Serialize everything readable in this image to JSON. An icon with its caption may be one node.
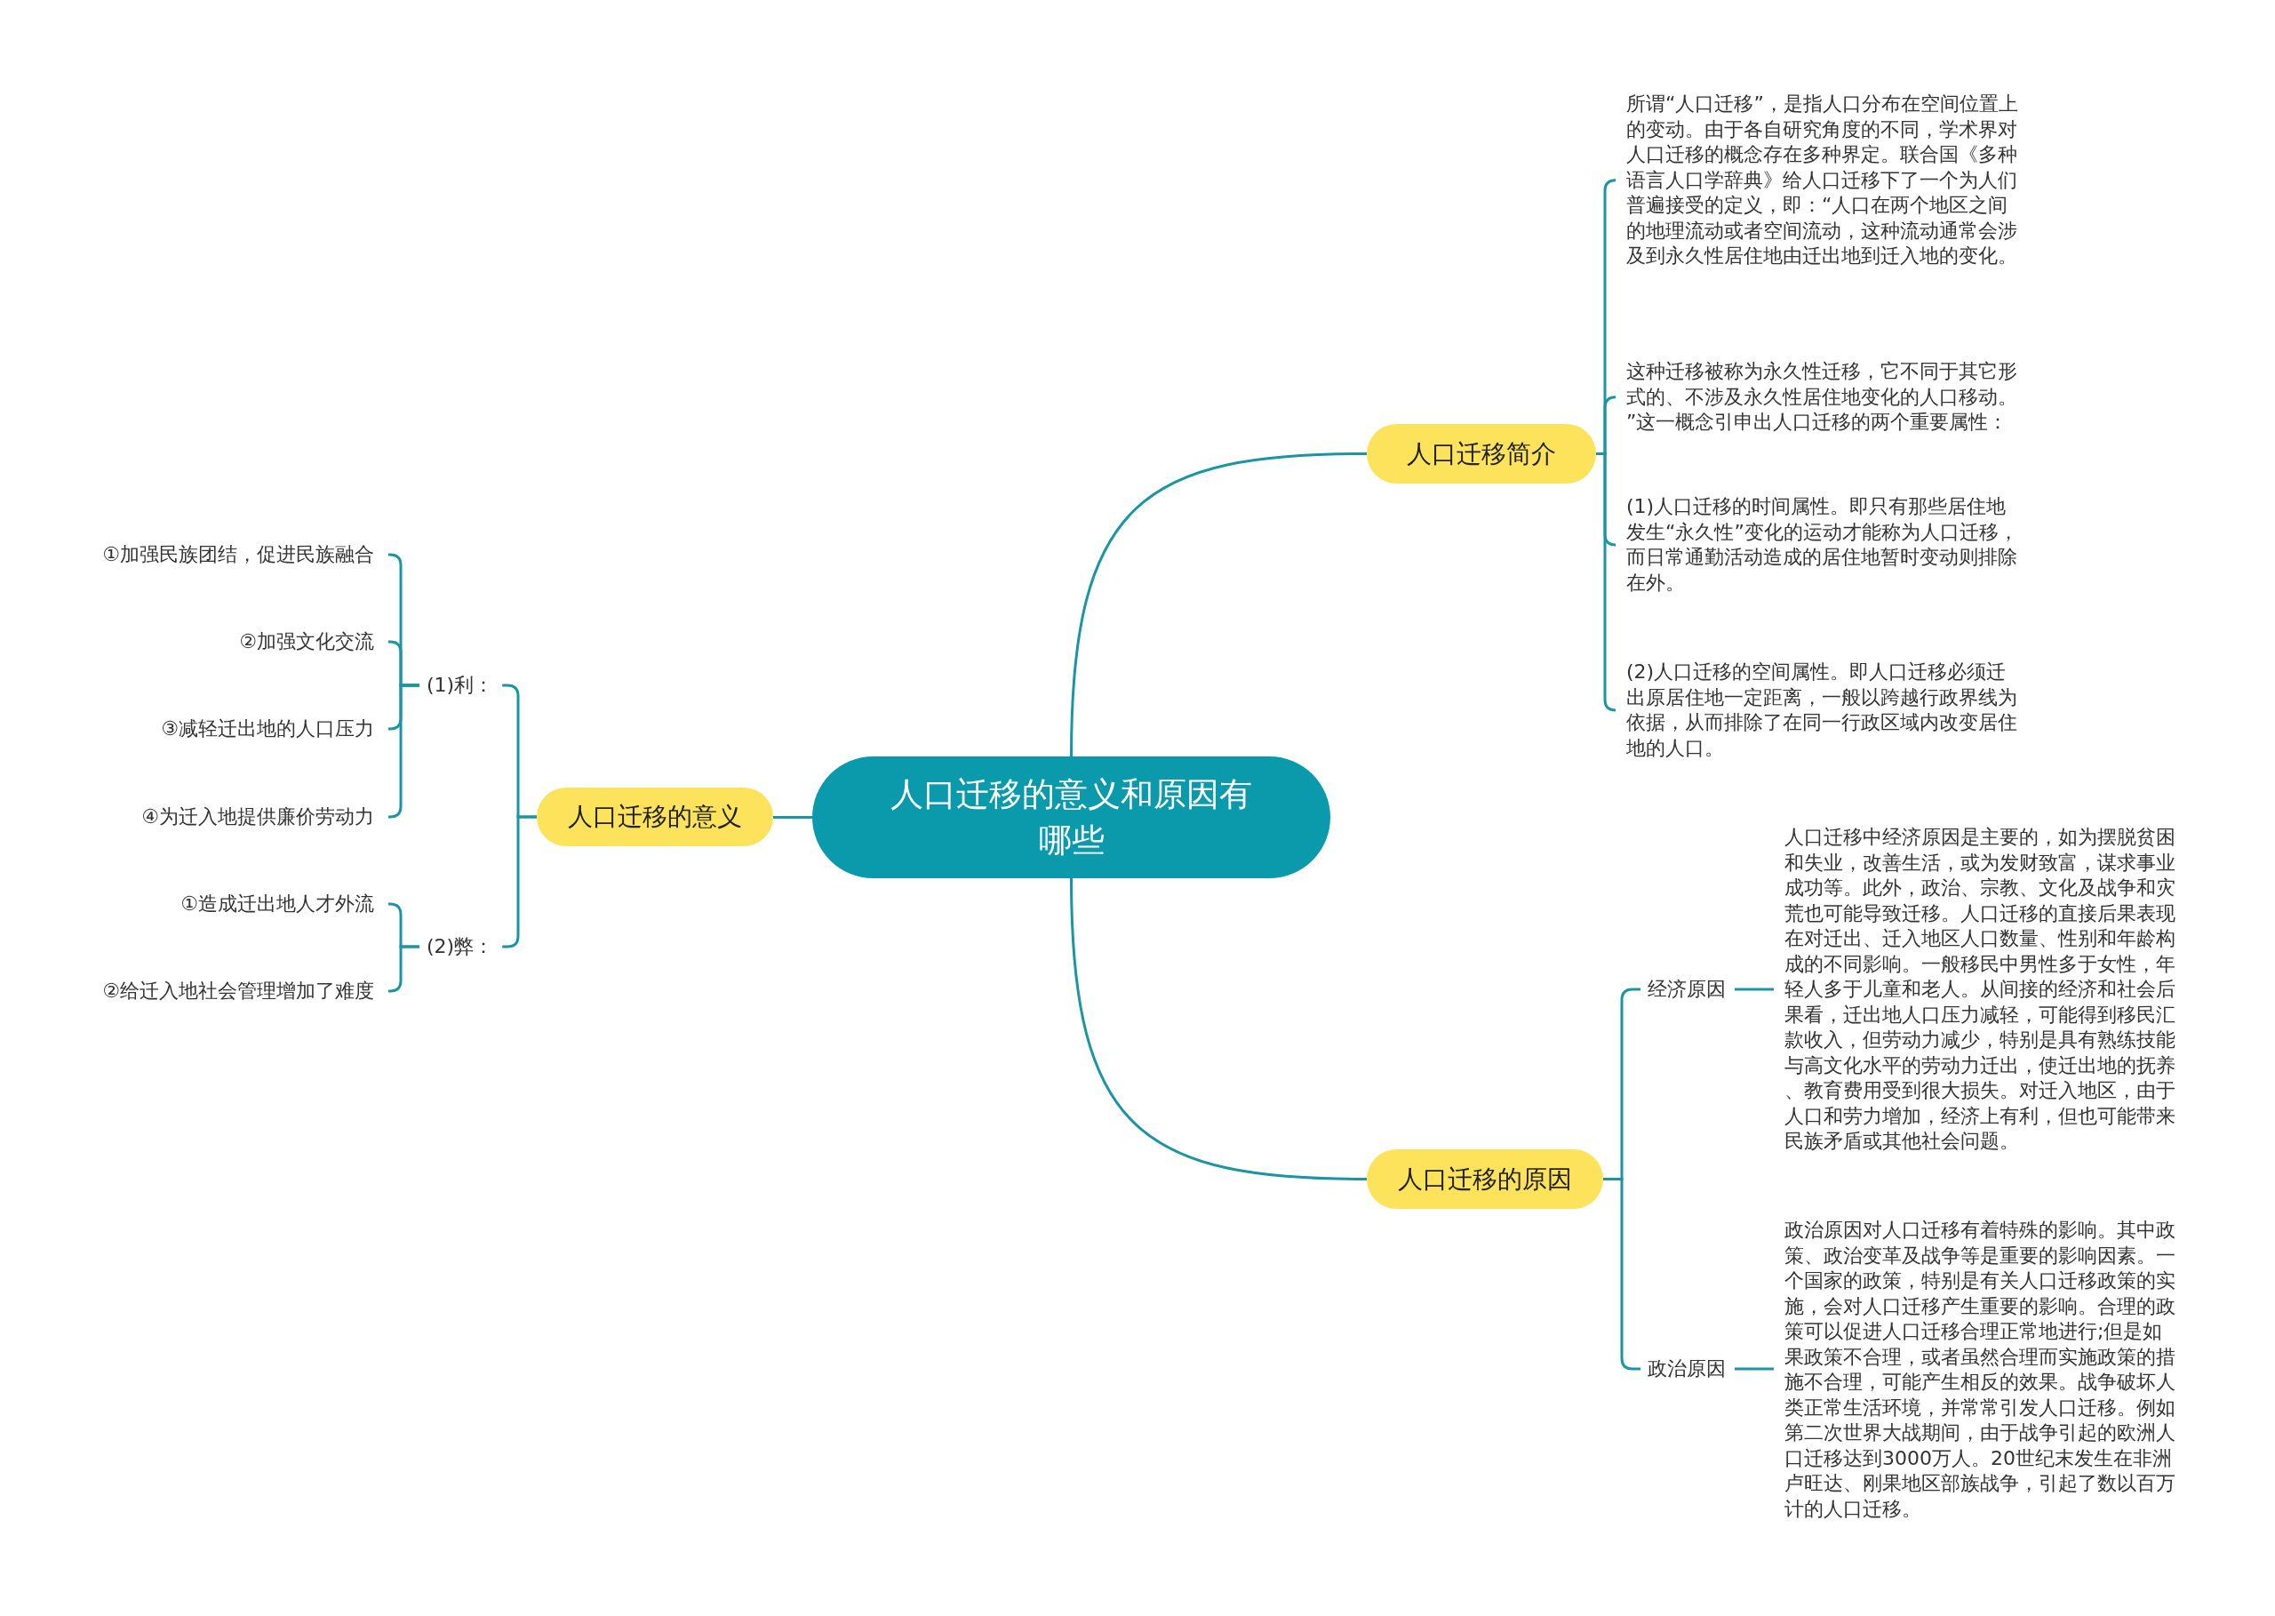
{
  "diagram": {
    "nodes": [
      {
        "text": [
          "人口迁移的意义和原因有哪些"
        ]
      },
      {
        "text": [
          "人口迁移简介"
        ]
      },
      {
        "text": [
          "所谓“人口迁移”，是指人口分布在空间位置上的变动。由于各自研究角度的不同，学术界对人口迁移的概念存在多种界定。联合国《多种语言人口学辞典》给人口迁移下了一个为人们普遍接受的定义，即：“人口在两个地区之间的地理流动或者空间流动，这种流动通常会涉及到永久性居住地由迁出地到迁入地的变化。"
        ]
      },
      {
        "text": [
          "这种迁移被称为永久性迁移，它不同于其它形式的、不涉及永久性居住地变化的人口移动。”这一概念引申出人口迁移的两个重要属性："
        ]
      },
      {
        "text": [
          "(1)人口迁移的时间属性。即只有那些居住地发生“永久性”变化的运动才能称为人口迁移，而日常通勤活动造成的居住地暂时变动则排除在外。"
        ]
      },
      {
        "text": [
          "(2)人口迁移的空间属性。即人口迁移必须迁出原居住地一定距离，一般以跨越行政界线为依据，从而排除了在同一行政区域内改变居住地的人口。"
        ]
      },
      {
        "text": [
          "人口迁移的意义"
        ]
      },
      {
        "text": [
          "(1)利："
        ]
      },
      {
        "text": [
          "(2)弊："
        ]
      },
      {
        "text": [
          "①加强民族团结，促进民族融合"
        ]
      },
      {
        "text": [
          "②加强文化交流"
        ]
      },
      {
        "text": [
          "③减轻迁出地的人口压力"
        ]
      },
      {
        "text": [
          "④为迁入地提供廉价劳动力"
        ]
      },
      {
        "text": [
          "①造成迁出地人才外流"
        ]
      },
      {
        "text": [
          "②给迁入地社会管理增加了难度"
        ]
      },
      {
        "text": [
          "人口迁移的原因"
        ]
      },
      {
        "text": [
          "经济原因"
        ]
      },
      {
        "text": [
          "人口迁移中经济原因是主要的，如为摆脱贫困和失业，改善生活，或为发财致富，谋求事业成功等。此外，政治、宗教、文化及战争和灾荒也可能导致迁移。人口迁移的直接后果表现在对迁出、迁入地区人口数量、性别和年龄构成的不同影响。一般移民中男性多于女性，年轻人多于儿童和老人。从间接的经济和社会后果看，迁出地人口压力减轻，可能得到移民汇款收入，但劳动力减少，特别是具有熟练技能与高文化水平的劳动力迁出，使迁出地的抚养、教育费用受到很大损失。对迁入地区，由于人口和劳力增加，经济上有利，但也可能带来民族矛盾或其他社会问题。"
        ]
      },
      {
        "text": [
          "政治原因"
        ]
      },
      {
        "text": [
          "政治原因对人口迁移有着特殊的影响。其中政策、政治变革及战争等是重要的影响因素。一个国家的政策，特别是有关人口迁移政策的实施，会对人口迁移产生重要的影响。合理的政策可以促进人口迁移合理正常地进行;但是如果政策不合理，或者虽然合理而实施政策的措施不合理，可能产生相反的效果。战争破坏人类正常生活环境，并常常引发人口迁移。例如第二次世界大战期间，由于战争引起的欧洲人口迁移达到3000万人。20世纪末发生在非洲卢旺达、刚果地区部族战争，引起了数以百万计的人口迁移。"
        ]
      }
    ],
    "edges": [
      {
        "from": 0,
        "to": 1,
        "arrow": "none"
      },
      {
        "from": 1,
        "to": 2,
        "arrow": "none"
      },
      {
        "from": 1,
        "to": 3,
        "arrow": "none"
      },
      {
        "from": 1,
        "to": 4,
        "arrow": "none"
      },
      {
        "from": 1,
        "to": 5,
        "arrow": "none"
      },
      {
        "from": 0,
        "to": 6,
        "arrow": "none"
      },
      {
        "from": 6,
        "to": 7,
        "arrow": "none"
      },
      {
        "from": 7,
        "to": 9,
        "arrow": "none"
      },
      {
        "from": 7,
        "to": 10,
        "arrow": "none"
      },
      {
        "from": 7,
        "to": 11,
        "arrow": "none"
      },
      {
        "from": 7,
        "to": 12,
        "arrow": "none"
      },
      {
        "from": 6,
        "to": 8,
        "arrow": "none"
      },
      {
        "from": 8,
        "to": 13,
        "arrow": "none"
      },
      {
        "from": 8,
        "to": 14,
        "arrow": "none"
      },
      {
        "from": 0,
        "to": 15,
        "arrow": "none"
      },
      {
        "from": 15,
        "to": 16,
        "arrow": "none"
      },
      {
        "from": 16,
        "to": 17,
        "arrow": "none"
      },
      {
        "from": 15,
        "to": 18,
        "arrow": "none"
      },
      {
        "from": 18,
        "to": 19,
        "arrow": "none"
      }
    ]
  }
}
